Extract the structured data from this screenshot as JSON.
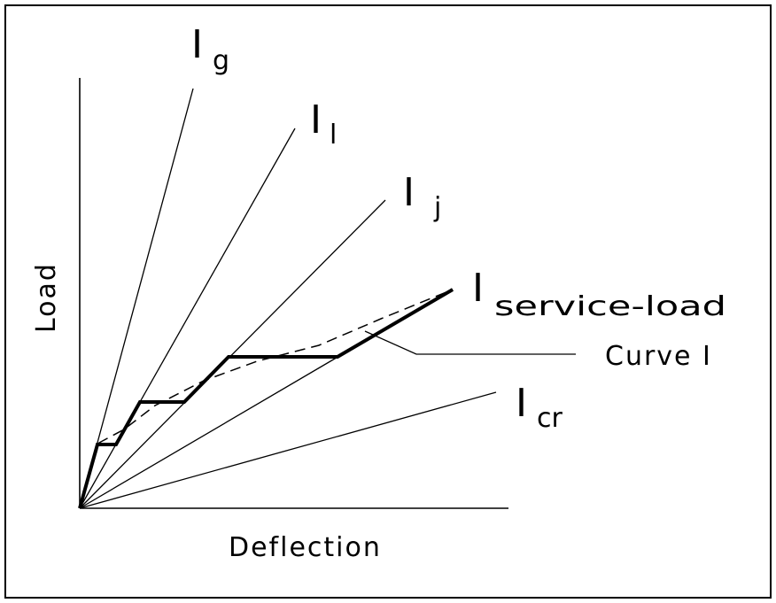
{
  "diagram": {
    "axes": {
      "y_label": "Load",
      "x_label": "Deflection"
    },
    "lines": [
      {
        "id": "g",
        "main": "I",
        "sub": "g"
      },
      {
        "id": "l",
        "main": "I",
        "sub": "l"
      },
      {
        "id": "j",
        "main": "I",
        "sub": "j"
      },
      {
        "id": "service",
        "main": "I",
        "sub": "service-load"
      },
      {
        "id": "cr",
        "main": "I",
        "sub": "cr"
      }
    ],
    "callout": {
      "text": "Curve I"
    }
  }
}
